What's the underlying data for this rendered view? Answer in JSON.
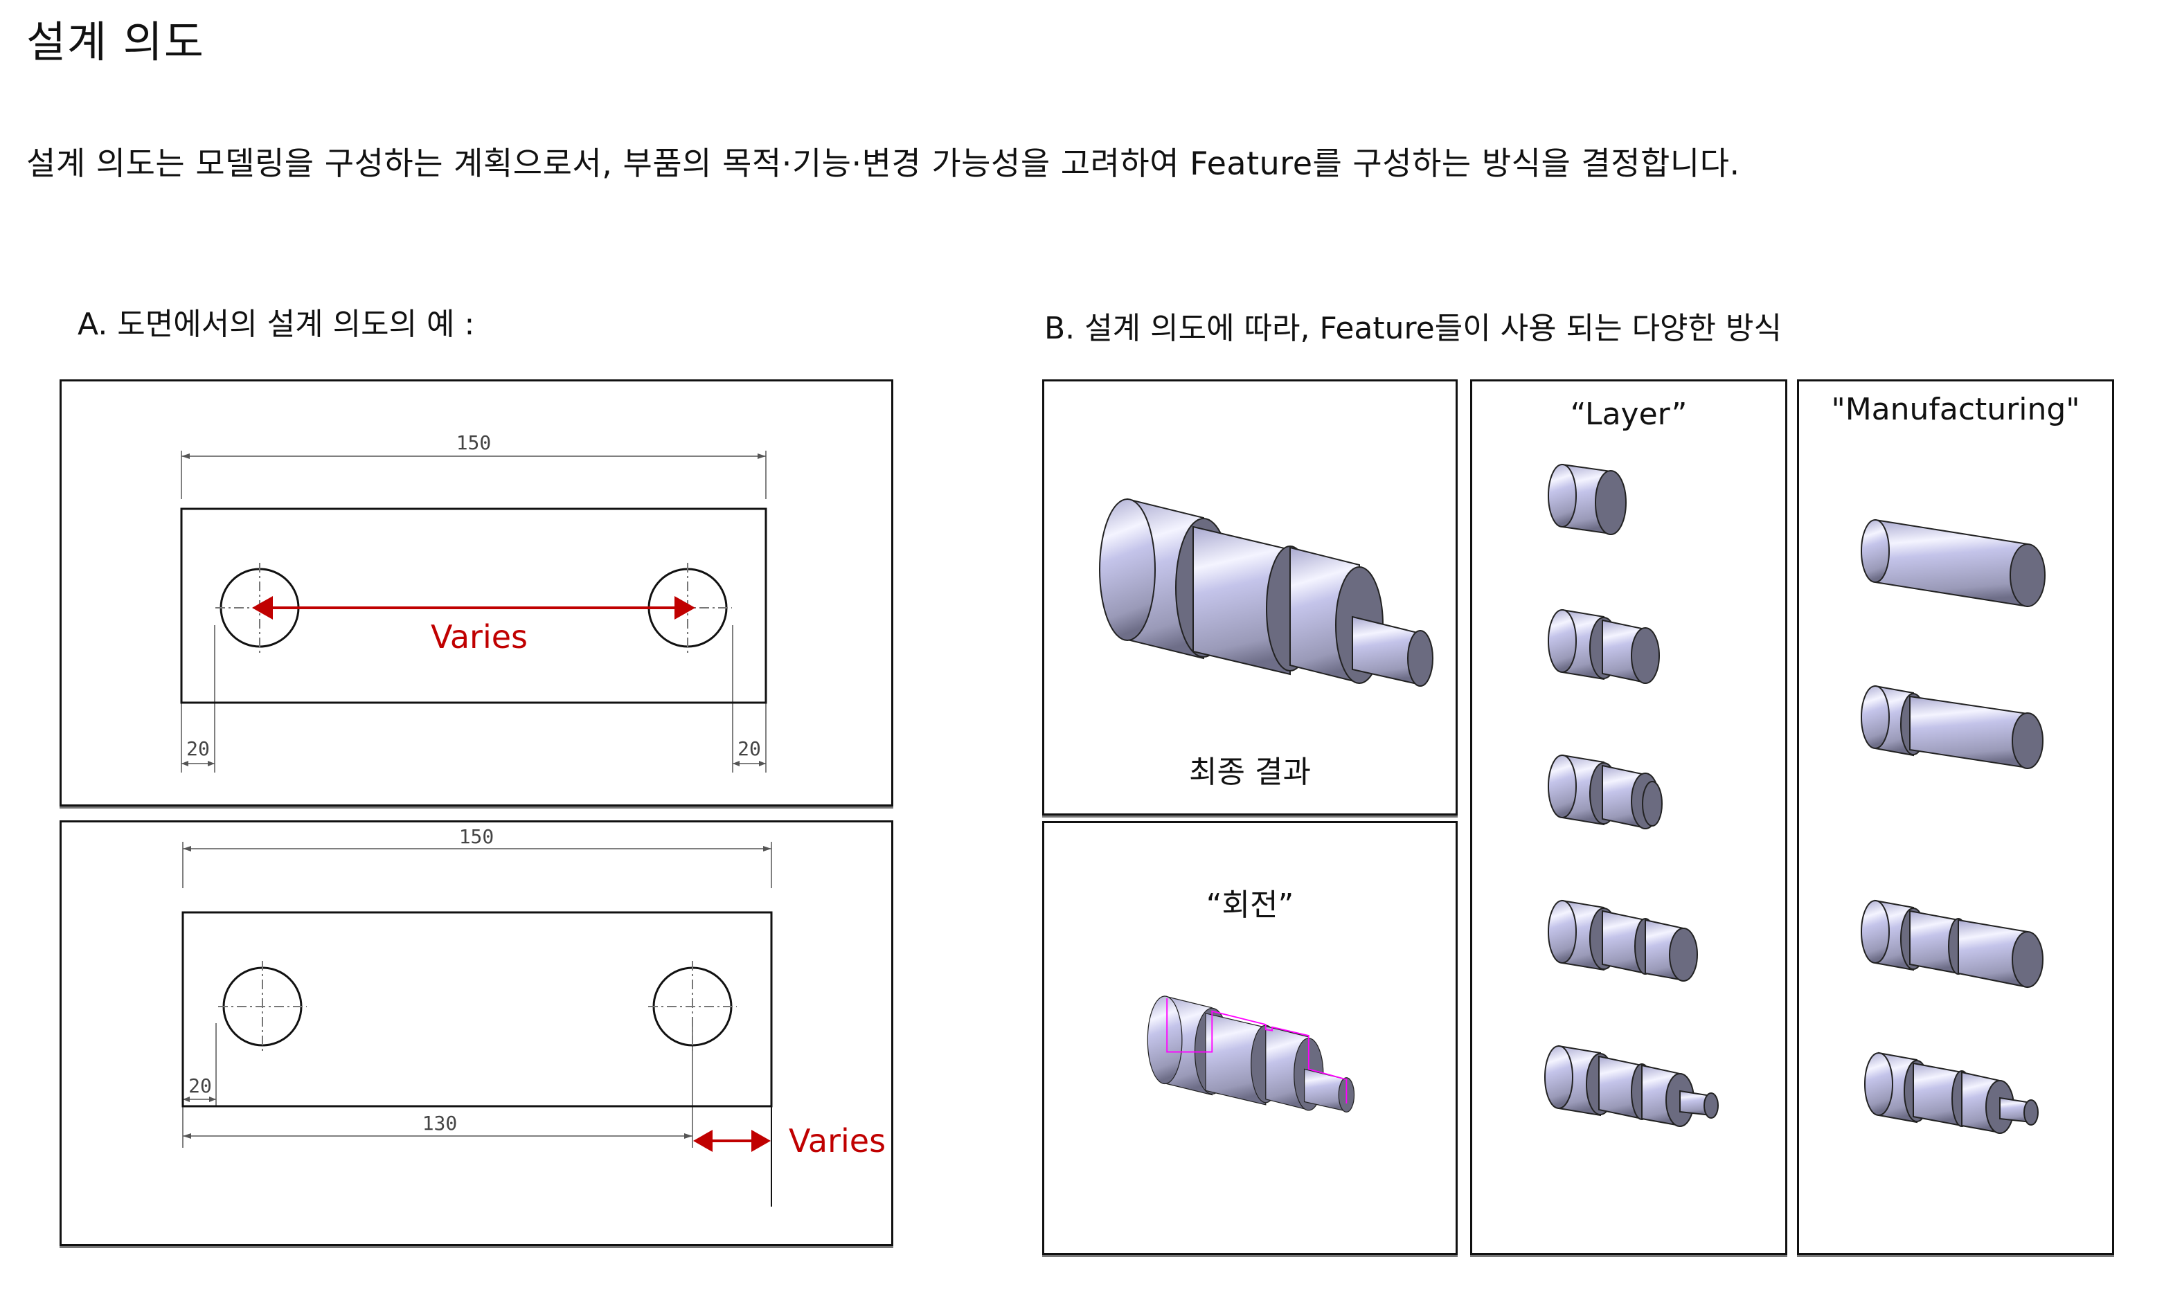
{
  "page": {
    "title": "설계 의도",
    "description": "설계 의도는 모델링을 구성하는 계획으로서, 부품의 목적·기능·변경 가능성을 고려하여 Feature를 구성하는 방식을 결정합니다."
  },
  "section_a": {
    "heading": "A. 도면에서의 설계 의도의 예 :",
    "drawings": [
      {
        "overall_width_dim": "150",
        "left_offset_dim": "20",
        "right_offset_dim": "20",
        "annotation": "Varies",
        "annotation_target": "hole-to-hole distance"
      },
      {
        "overall_width_dim": "150",
        "left_offset_dim": "20",
        "hole_position_dim": "130",
        "annotation": "Varies",
        "annotation_target": "right edge offset"
      }
    ]
  },
  "section_b": {
    "heading": "B. 설계 의도에 따라, Feature들이 사용 되는 다양한 방식",
    "panels": {
      "final": {
        "label": "최종 결과"
      },
      "revolve": {
        "label": "“회전”"
      },
      "layer": {
        "label": "“Layer”",
        "steps": 5
      },
      "manufacturing": {
        "label": "\"Manufacturing\"",
        "steps": 4
      }
    }
  },
  "colors": {
    "annotation_red": "#c00000",
    "part_light": "#c8c8ee",
    "part_face": "#6b6b80",
    "sketch_magenta": "#ff00ff",
    "border": "#111111"
  }
}
